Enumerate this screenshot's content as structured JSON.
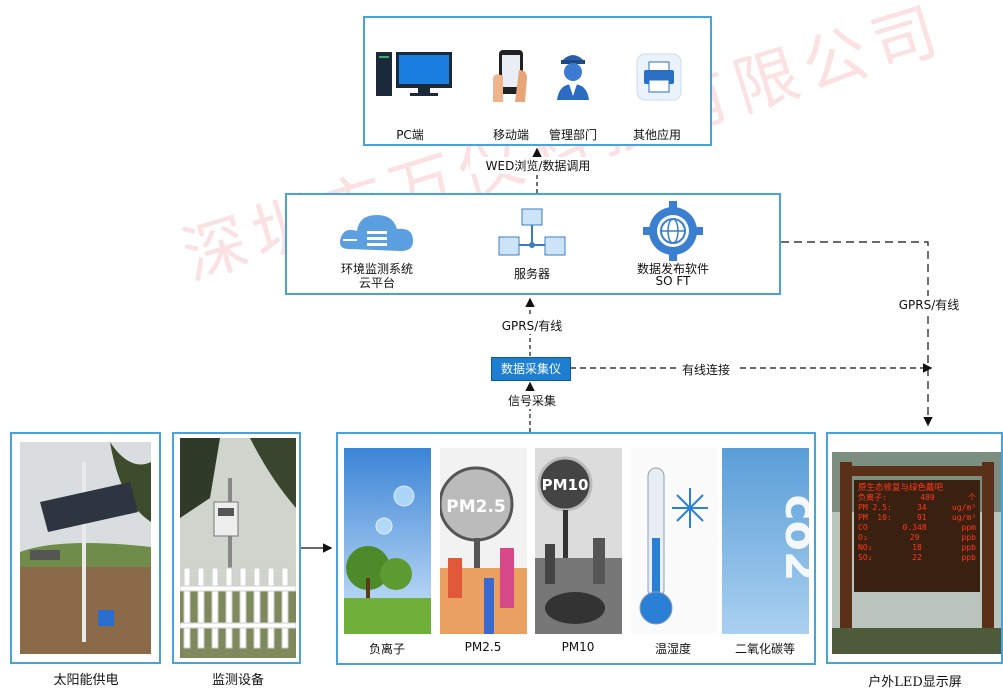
{
  "top_panel": {
    "items": [
      {
        "label": "PC端",
        "icon": "pc-icon"
      },
      {
        "label": "移动端",
        "icon": "mobile-icon"
      },
      {
        "label": "管理部门",
        "icon": "admin-icon"
      },
      {
        "label": "其他应用",
        "icon": "printer-icon"
      }
    ]
  },
  "link_web": "WED浏览/数据调用",
  "mid_panel": {
    "items": [
      {
        "label_line1": "环境监测系统",
        "label_line2": "云平台",
        "icon": "cloud-icon"
      },
      {
        "label_line1": "服务器",
        "label_line2": "",
        "icon": "server-icon"
      },
      {
        "label_line1": "数据发布软件",
        "label_line2": "SO FT",
        "icon": "gear-globe-icon"
      }
    ]
  },
  "link_gprs_center": "GPRS/有线",
  "link_gprs_right": "GPRS/有线",
  "collector": "数据采集仪",
  "link_wired": "有线连接",
  "link_signal": "信号采集",
  "left_photos": [
    {
      "caption": "太阳能供电"
    },
    {
      "caption": "监测设备"
    }
  ],
  "sensors": [
    {
      "label": "负离子",
      "tile_text": ""
    },
    {
      "label": "PM2.5",
      "tile_text": "PM2.5"
    },
    {
      "label": "PM10",
      "tile_text": "PM10"
    },
    {
      "label": "温湿度",
      "tile_text": ""
    },
    {
      "label": "二氧化碳等",
      "tile_text": "co2"
    }
  ],
  "led_screen": {
    "caption": "户外LED显示屏",
    "title": "原生态修复与绿色戴吧",
    "rows": [
      {
        "name": "负离子:",
        "value": "489",
        "unit": "个"
      },
      {
        "name": "PM 2.5:",
        "value": "34",
        "unit": "ug/m³"
      },
      {
        "name": "PM  10:",
        "value": "91",
        "unit": "ug/m³"
      },
      {
        "name": "CO",
        "value": "0.348",
        "unit": "ppm"
      },
      {
        "name": "O₃",
        "value": "29",
        "unit": "ppb"
      },
      {
        "name": "NO₂",
        "value": "18",
        "unit": "ppb"
      },
      {
        "name": "SO₂",
        "value": "22",
        "unit": "ppb"
      }
    ]
  },
  "watermark": "深圳市万仪科技有限公司",
  "colors": {
    "border": "#4aa3d8",
    "accent": "#1e7fd0",
    "led": "#ff3a1a"
  }
}
